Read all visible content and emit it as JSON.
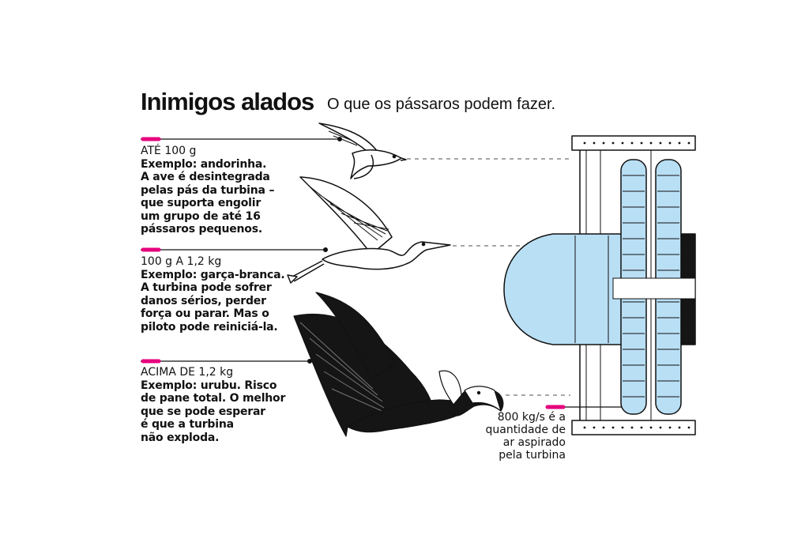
{
  "header": {
    "title": "Inimigos alados",
    "subtitle": "O que os pássaros podem fazer."
  },
  "categories": [
    {
      "weight": "ATÉ 100 g",
      "text": "Exemplo: andorinha.\nA ave é desintegrada\npelas pás da turbina –\nque suporta engolir\num grupo de até 16\npássaros pequenos."
    },
    {
      "weight": "100 g  A 1,2 kg",
      "text": "Exemplo: garça-branca.\nA turbina pode sofrer\ndanos sérios, perder\nforça ou parar. Mas o\npiloto pode reiniciá-la."
    },
    {
      "weight": "ACIMA DE 1,2 kg",
      "text": "Exemplo: urubu. Risco\nde pane total. O melhor\nque se pode esperar\né que a turbina\nnão exploda."
    }
  ],
  "turbine_note": "800 kg/s é a\nquantidade de\nar aspirado\npela turbina",
  "colors": {
    "accent": "#e6007e",
    "blade_fill": "#b9dff5",
    "ink": "#111111"
  },
  "icons": [
    "swallow-icon",
    "egret-icon",
    "vulture-icon",
    "turbine-icon"
  ]
}
